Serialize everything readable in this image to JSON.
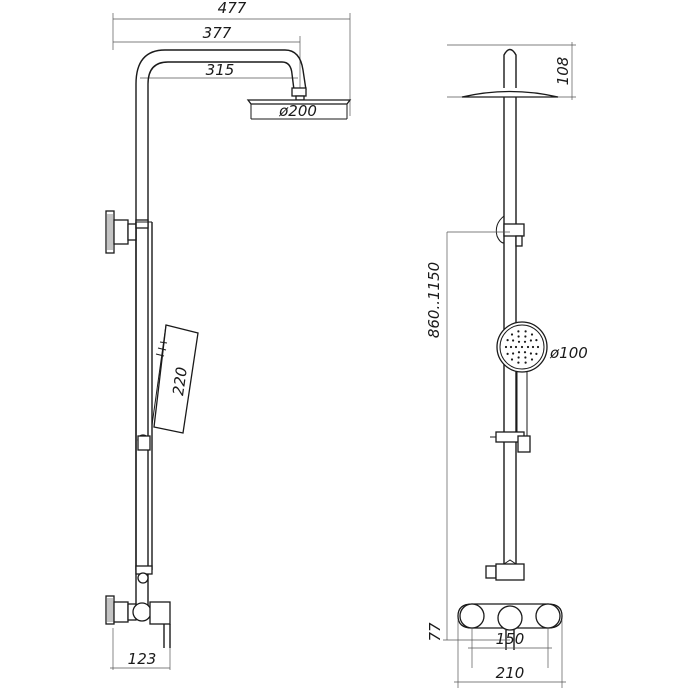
{
  "dimensions": {
    "total_width": "477",
    "arm_width": "377",
    "arm_inner": "315",
    "head_diameter": "ø200",
    "hand_shower_length": "220",
    "wall_offset": "123",
    "head_height": "108",
    "height_range": "860..1150",
    "hand_diameter": "ø100",
    "mixer_height": "77",
    "inner_spacing": "150",
    "outer_spacing": "210"
  },
  "colors": {
    "line": "#1a1a1a",
    "background": "#ffffff"
  }
}
